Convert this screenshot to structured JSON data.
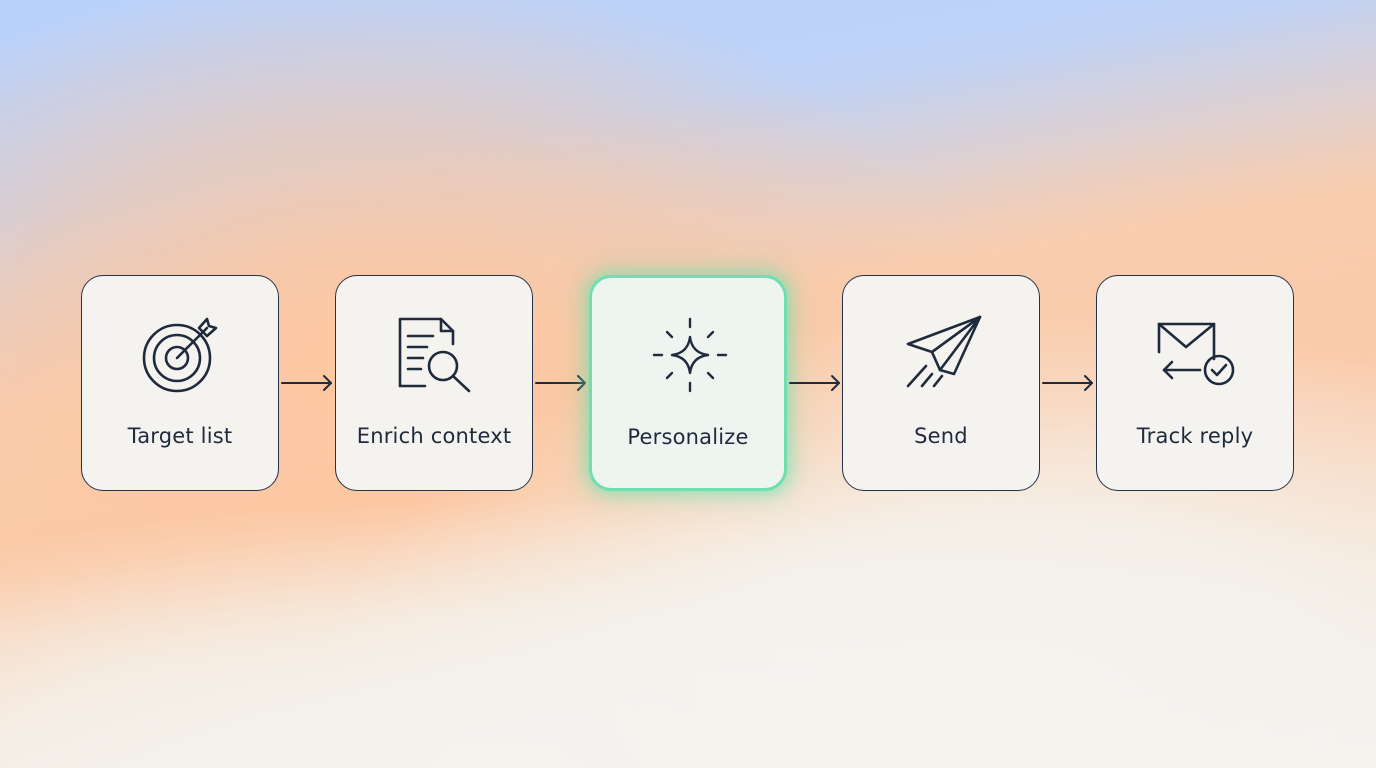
{
  "steps": [
    {
      "label": "Target list",
      "icon": "target-icon",
      "active": false
    },
    {
      "label": "Enrich context",
      "icon": "document-search-icon",
      "active": false
    },
    {
      "label": "Personalize",
      "icon": "sparkle-icon",
      "active": true
    },
    {
      "label": "Send",
      "icon": "paper-plane-icon",
      "active": false
    },
    {
      "label": "Track reply",
      "icon": "mail-check-icon",
      "active": false
    }
  ],
  "colors": {
    "stroke": "#1f2a3d",
    "card_background": "#f4f3ef",
    "active_border": "#6ee0b0"
  }
}
